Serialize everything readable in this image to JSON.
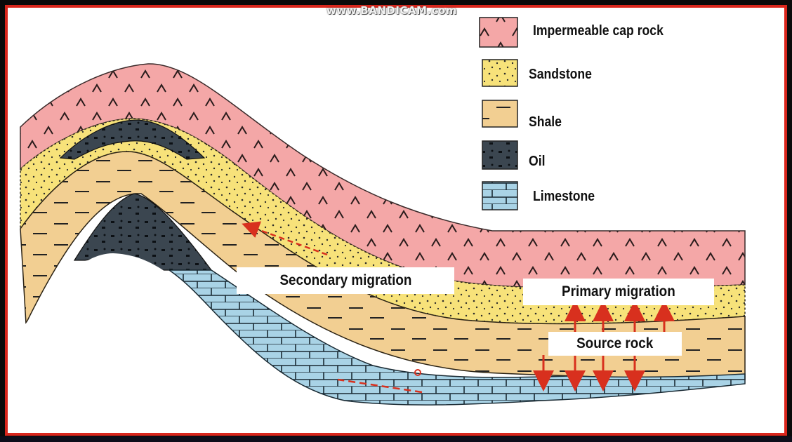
{
  "watermark": "www.BANDICAM.com",
  "legend": [
    {
      "key": "cap_rock",
      "label": "Impermeable cap rock",
      "color": "#f4a7a7"
    },
    {
      "key": "sandstone",
      "label": "Sandstone",
      "color": "#f7e27a"
    },
    {
      "key": "shale",
      "label": "Shale",
      "color": "#f2cf92"
    },
    {
      "key": "oil",
      "label": "Oil",
      "color": "#3b4650"
    },
    {
      "key": "limestone",
      "label": "Limestone",
      "color": "#a9d3e6"
    }
  ],
  "labels": {
    "secondary_migration": "Secondary migration",
    "primary_migration": "Primary migration",
    "source_rock": "Source rock"
  },
  "colors": {
    "frame_border": "#d9261c",
    "arrow": "#d8301e"
  }
}
